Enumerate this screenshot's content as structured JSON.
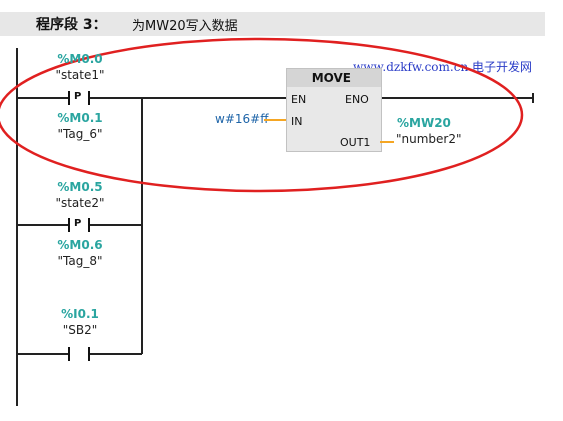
{
  "network": {
    "title": "程序段 3：",
    "comment": "为MW20写入数据"
  },
  "watermark": "www.dzkfw.com.cn 电子开发网",
  "contacts": [
    {
      "address": "%M0.0",
      "tag": "\"state1\"",
      "type_label": "P"
    },
    {
      "address": "%M0.1",
      "tag": "\"Tag_6\""
    },
    {
      "address": "%M0.5",
      "tag": "\"state2\"",
      "type_label": "P"
    },
    {
      "address": "%M0.6",
      "tag": "\"Tag_8\""
    },
    {
      "address": "%I0.1",
      "tag": "\"SB2\""
    }
  ],
  "move_block": {
    "title": "MOVE",
    "pin_en": "EN",
    "pin_eno": "ENO",
    "pin_in": "IN",
    "pin_out": "OUT1",
    "in_value": "w#16#ff",
    "out_address": "%MW20",
    "out_tag": "\"number2\""
  },
  "colors": {
    "address": "#2aa5a0",
    "annotation_ellipse": "#e02020",
    "parameter_line": "#f5a623",
    "constant": "#1e64a8"
  }
}
